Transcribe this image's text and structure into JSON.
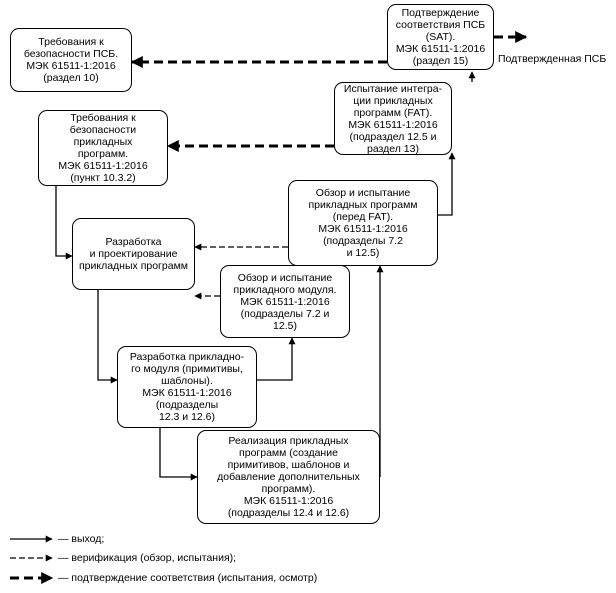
{
  "boxes": {
    "psb_safety_requirements": "Требования к\nбезопасности ПСБ.\nМЭК 61511-1:2016\n(раздел 10)",
    "sat": "Подтверждение\nсоответствия ПСБ\n(SAT).\nМЭК 61511-1:2016\n(раздел 15)",
    "app_safety_requirements": "Требования к\nбезопасности\nприкладных\nпрограмм.\nМЭК 61511-1:2016\n(пункт 10.3.2)",
    "fat": "Испытание интегра-\nции прикладных\nпрограмм (FAT).\nМЭК 61511-1:2016\n(подраздел 12.5 и\nраздел 13)",
    "review_before_fat": "Обзор и испытание\nприкладных программ\n(перед FAT).\nМЭК 61511-1:2016\n(подразделы 7.2\nи 12.5)",
    "design": "Разработка\nи проектирование\nприкладных программ",
    "module_review": "Обзор и испытание\nприкладного модуля.\nМЭК 61511-1:2016\n(подразделы 7.2 и\n12.5)",
    "module_dev": "Разработка прикладно-\nго модуля (примитивы,\nшаблоны).\nМЭК 61511-1:2016\n(подразделы\n12.3 и 12.6)",
    "implementation": "Реализация прикладных\nпрограмм (создание\nпримитивов, шаблонов и\nдобавление дополнительных\nпрограмм).\nМЭК 61511-1:2016\n(подразделы 12.4 и 12.6)"
  },
  "output_label": "Подтвержденная ПСБ",
  "legend": {
    "output": "— выход;",
    "verification": "— верификация (обзор, испытания);",
    "validation": "— подтверждение соответствия (испытания, осмотр)"
  }
}
